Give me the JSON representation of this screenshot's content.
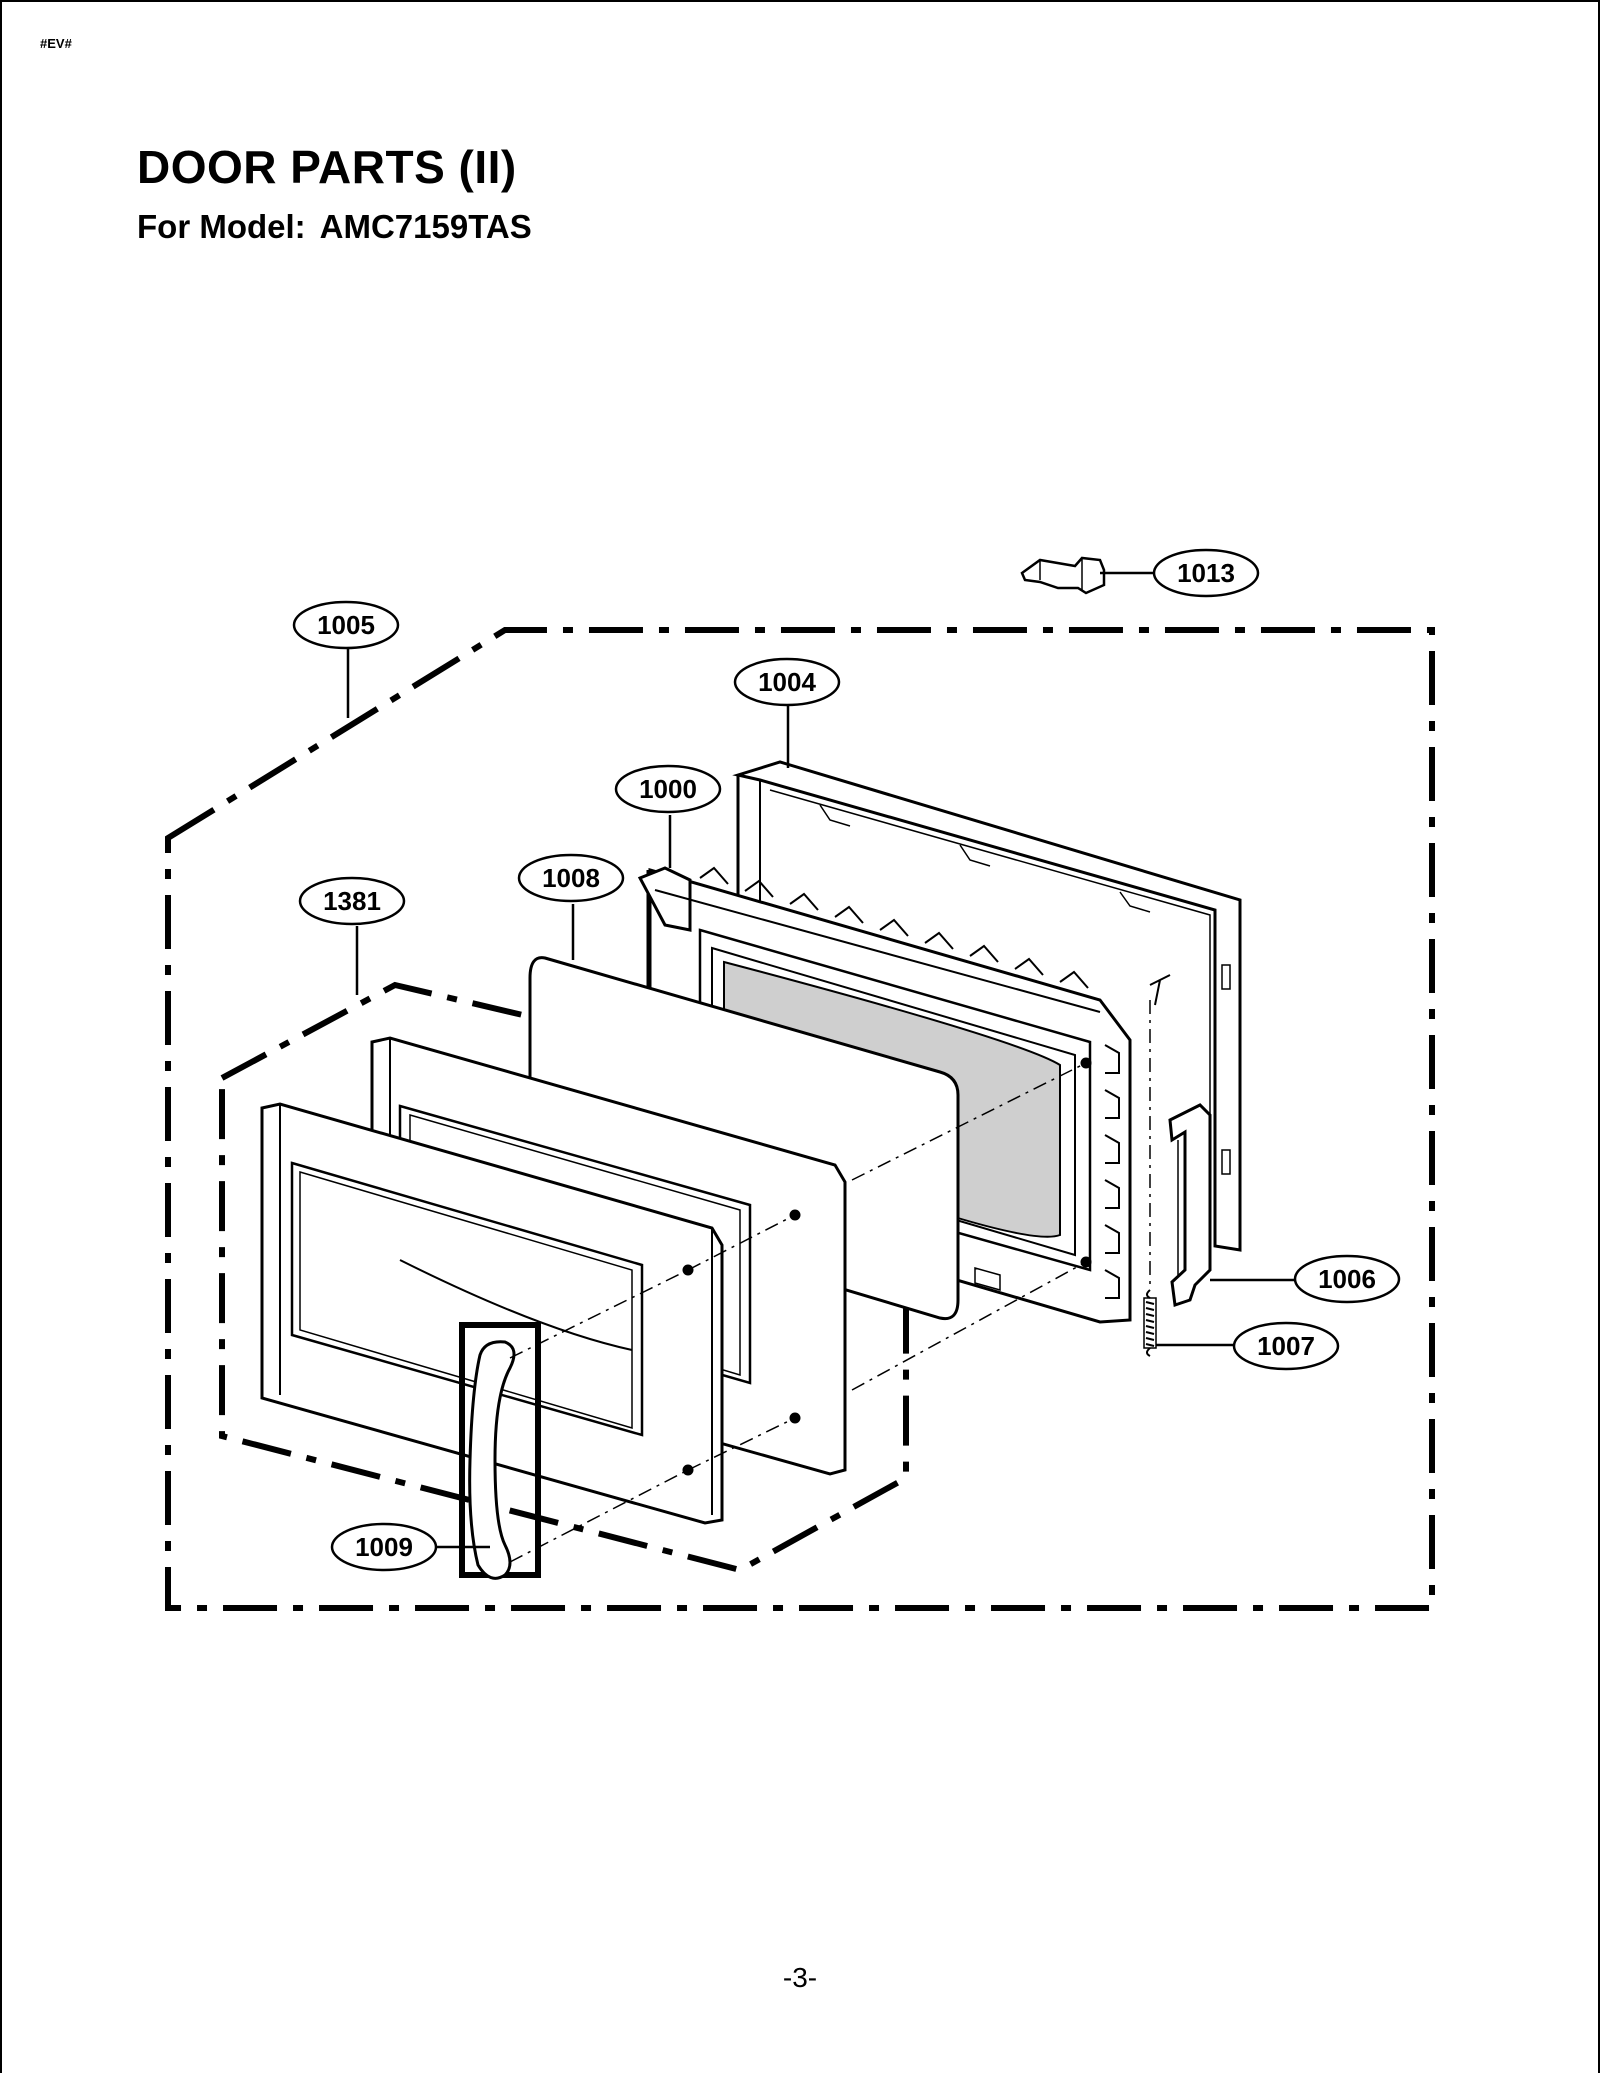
{
  "page": {
    "marker": "#EV#",
    "title": "DOOR PARTS (II)",
    "subtitle_label": "For Model:",
    "model": "AMC7159TAS",
    "page_number": "-3-"
  },
  "callouts": [
    {
      "id": "1013",
      "label": "1013"
    },
    {
      "id": "1005",
      "label": "1005"
    },
    {
      "id": "1004",
      "label": "1004"
    },
    {
      "id": "1000",
      "label": "1000"
    },
    {
      "id": "1008",
      "label": "1008"
    },
    {
      "id": "1381",
      "label": "1381"
    },
    {
      "id": "1006",
      "label": "1006"
    },
    {
      "id": "1007",
      "label": "1007"
    },
    {
      "id": "1009",
      "label": "1009"
    }
  ]
}
